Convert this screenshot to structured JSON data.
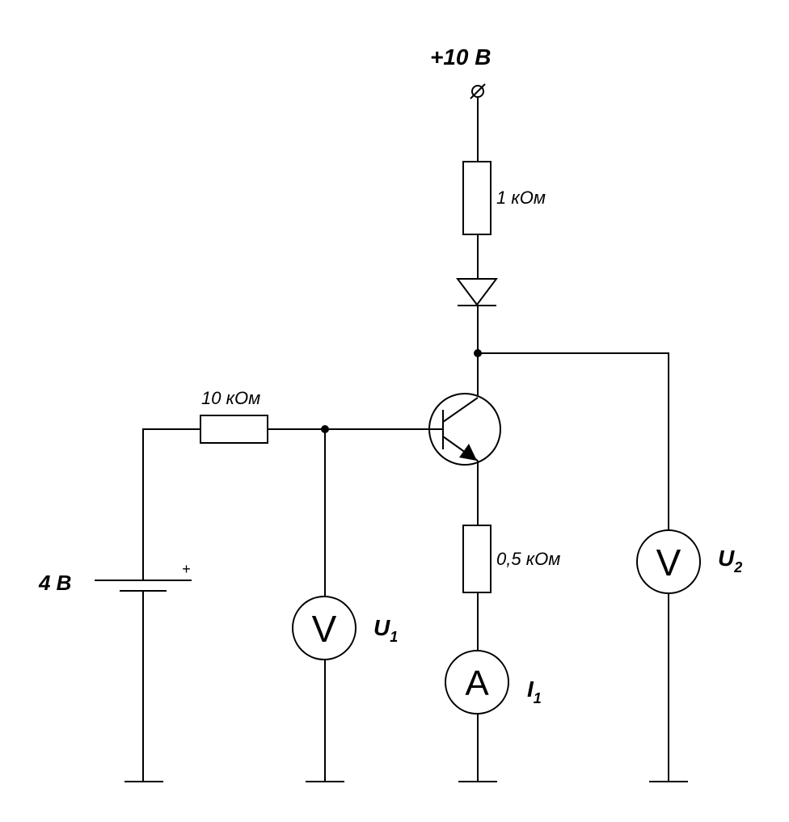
{
  "labels": {
    "supply": "+10  B",
    "r_collector": "1 кОм",
    "r_base": "10 кОм",
    "r_emitter": "0,5 кОм",
    "battery": "4 B",
    "battery_plus": "+",
    "u1_symbol": "U",
    "u1_sub": "1",
    "u2_symbol": "U",
    "u2_sub": "2",
    "i1_symbol": "I",
    "i1_sub": "1",
    "terminal_mark": "⌀"
  },
  "meters": {
    "voltmeter_glyph": "V",
    "ammeter_glyph": "A"
  }
}
